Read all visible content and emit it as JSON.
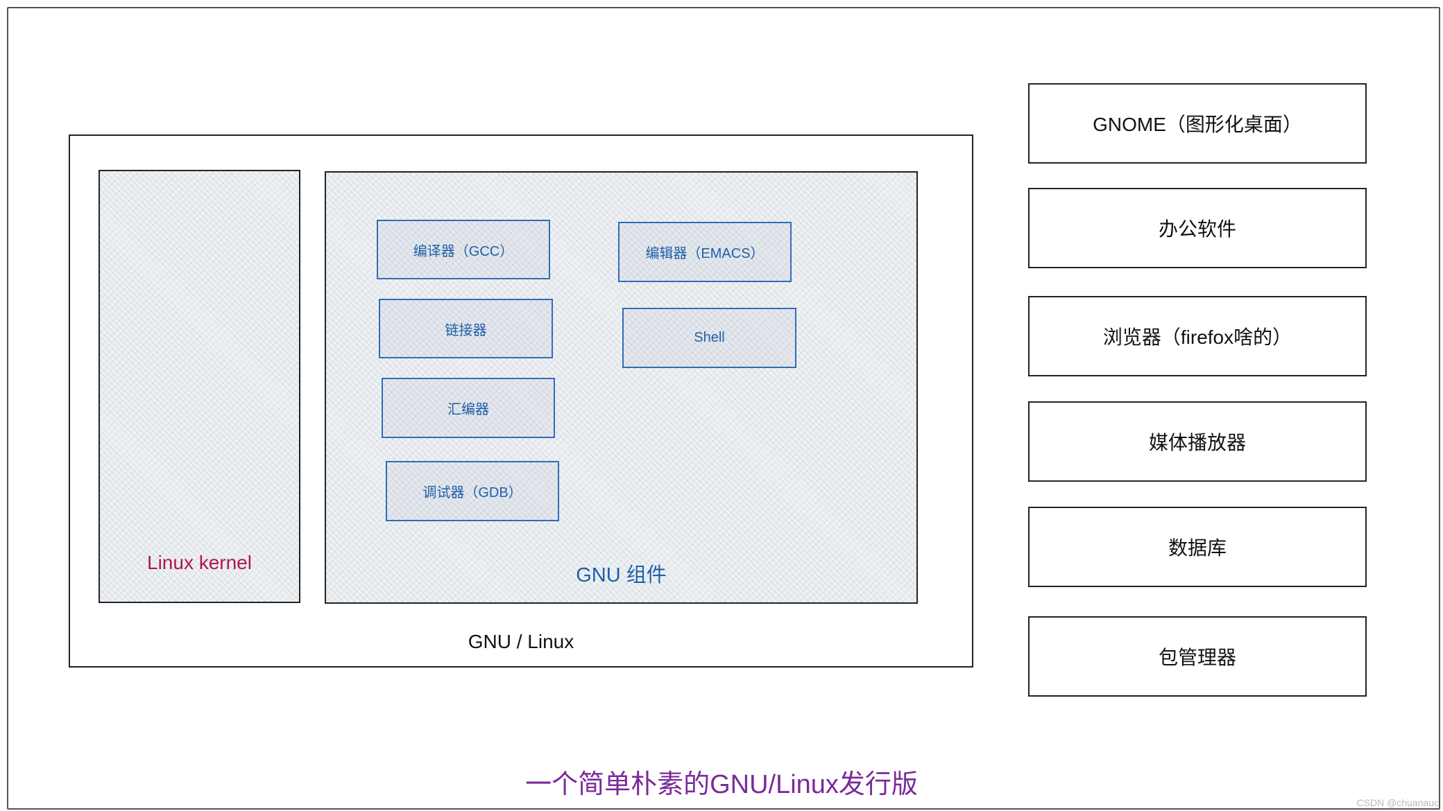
{
  "diagram": {
    "title": "一个简单朴素的GNU/Linux发行版",
    "gnu_linux": {
      "label": "GNU / Linux",
      "kernel_label": "Linux kernel",
      "components_label": "GNU 组件",
      "tools": [
        "编译器（GCC）",
        "链接器",
        "汇编器",
        "调试器（GDB）",
        "编辑器（EMACS）",
        "Shell"
      ]
    },
    "apps": [
      "GNOME（图形化桌面）",
      "办公软件",
      "浏览器（firefox啥的）",
      "媒体播放器",
      "数据库",
      "包管理器"
    ],
    "watermark": "CSDN @chuanauc",
    "colors": {
      "kernel_text": "#b0174a",
      "component_text": "#1f5fa8",
      "title_text": "#7a2a9a"
    }
  }
}
